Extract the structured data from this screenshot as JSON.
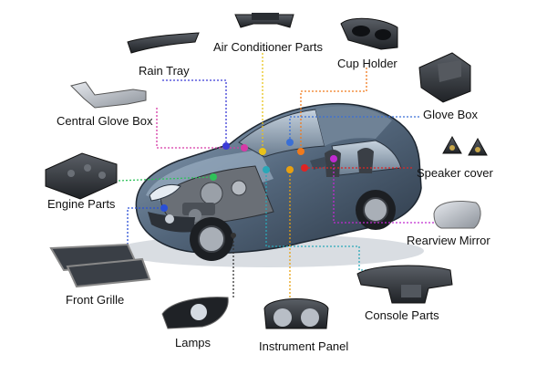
{
  "labels": {
    "air_conditioner": "Air Conditioner Parts",
    "cup_holder": "Cup Holder",
    "rain_tray": "Rain Tray",
    "central_glove_box": "Central Glove Box",
    "glove_box": "Glove Box",
    "speaker_cover": "Speaker cover",
    "engine_parts": "Engine Parts",
    "rearview_mirror": "Rearview Mirror",
    "front_grille": "Front Grille",
    "console_parts": "Console Parts",
    "lamps": "Lamps",
    "instrument_panel": "Instrument Panel"
  },
  "connector_colors": {
    "rain_tray": "#3b3bd6",
    "air_conditioner": "#e8c21a",
    "cup_holder": "#f07a1c",
    "central_glove_box": "#d63aa6",
    "glove_box": "#3a6fd6",
    "speaker_cover": "#e02424",
    "engine_parts": "#2ec25a",
    "rearview_mirror": "#c02ad0",
    "front_grille": "#2a4fd6",
    "console_parts": "#2aa8b8",
    "lamps": "#333333",
    "instrument_panel": "#e8a010"
  }
}
